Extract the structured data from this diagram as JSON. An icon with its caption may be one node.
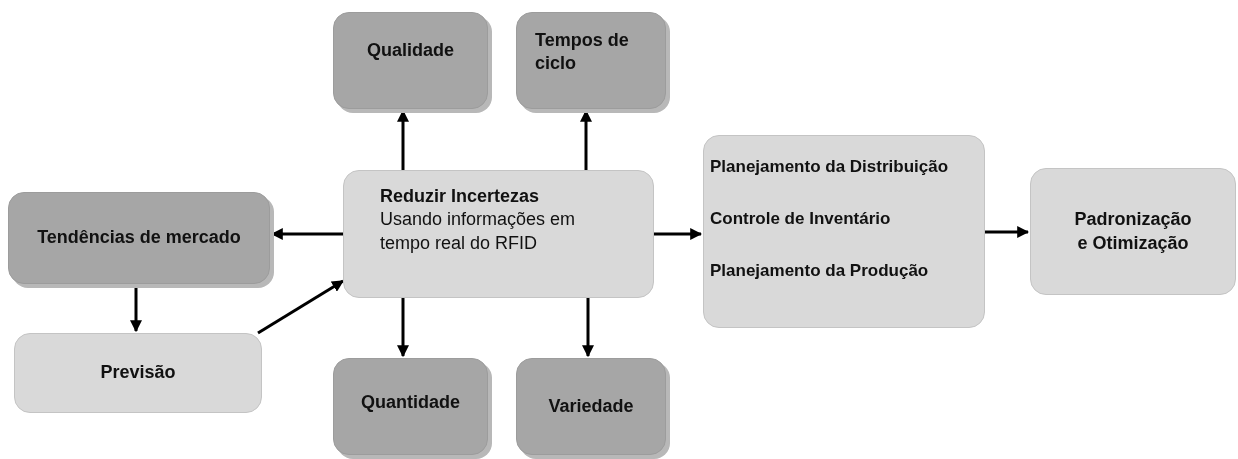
{
  "diagram": {
    "nodes": [
      {
        "text": [
          "Qualidade"
        ]
      },
      {
        "text": [
          "Tempos de ciclo"
        ]
      },
      {
        "text": [
          "Reduzir Incertezas",
          "Usando informações em tempo real do RFID"
        ]
      },
      {
        "text": [
          "Tendências de mercado"
        ]
      },
      {
        "text": [
          "Previsão"
        ]
      },
      {
        "text": [
          "Quantidade"
        ]
      },
      {
        "text": [
          "Variedade"
        ]
      },
      {
        "text": [
          "Planejamento da Distribuição",
          "Controle de Inventário",
          "Planejamento da Produção"
        ]
      },
      {
        "text": [
          "Padronização e Otimização"
        ]
      }
    ],
    "edges": [
      {
        "from": 2,
        "to": 0,
        "arrow": "to"
      },
      {
        "from": 2,
        "to": 1,
        "arrow": "to"
      },
      {
        "from": 2,
        "to": 3,
        "arrow": "to"
      },
      {
        "from": 3,
        "to": 4,
        "arrow": "to"
      },
      {
        "from": 4,
        "to": 2,
        "arrow": "to"
      },
      {
        "from": 2,
        "to": 5,
        "arrow": "to"
      },
      {
        "from": 2,
        "to": 6,
        "arrow": "to"
      },
      {
        "from": 2,
        "to": 7,
        "arrow": "to"
      },
      {
        "from": 7,
        "to": 8,
        "arrow": "to"
      }
    ]
  }
}
